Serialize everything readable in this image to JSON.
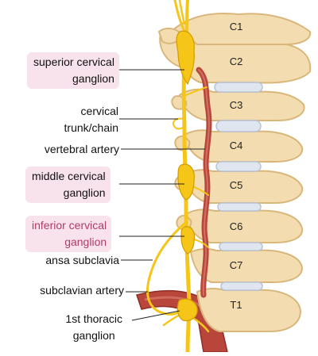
{
  "vertebrae": [
    "C1",
    "C2",
    "C3",
    "C4",
    "C5",
    "C6",
    "C7",
    "T1"
  ],
  "labels": {
    "superior_ganglion": "superior cervical ganglion",
    "superior_ganglion_l1": "superior cervical",
    "superior_ganglion_l2": "ganglion",
    "trunk_l1": "cervical",
    "trunk_l2": "trunk/chain",
    "vertebral_artery": "vertebral artery",
    "middle_ganglion_l1": "middle cervical",
    "middle_ganglion_l2": "ganglion",
    "inferior_ganglion_l1": "inferior cervical",
    "inferior_ganglion_l2": "ganglion",
    "ansa_subclavia": "ansa subclavia",
    "subclavian_artery": "subclavian artery",
    "thoracic_ganglion_l1": "1st thoracic",
    "thoracic_ganglion_l2": "ganglion"
  },
  "colors": {
    "bone": "#f3ddb0",
    "bone_shadow": "#d9b77c",
    "disc": "#dfe6f0",
    "nerve": "#f5c518",
    "nerve_edge": "#d49a00",
    "artery": "#b9463a",
    "artery_dark": "#8e2f27",
    "highlight": "#f8e3ec",
    "pointer": "#222222"
  }
}
